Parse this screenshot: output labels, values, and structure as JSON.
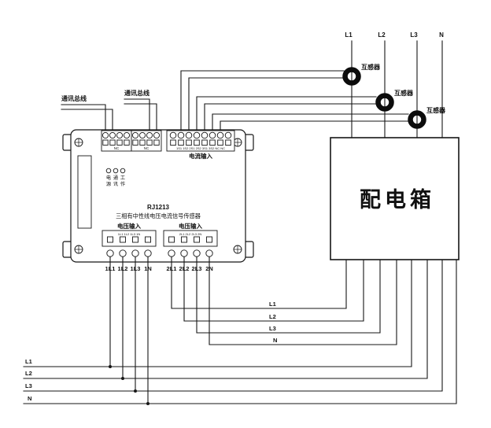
{
  "device": {
    "model": "RJ1213",
    "name": "三相有中性线电压电流信号传感器",
    "bus_label_1": "通讯总线",
    "bus_label_2": "通讯总线",
    "comm_block_1_code": "NC",
    "comm_block_2_code": "NC",
    "current_input_codes": "1S1 1S2 2S1 2S2 3S1 3S2 NC NC",
    "current_input_label": "电流输入",
    "voltage_input_label_left": "电压输入",
    "voltage_input_label_right": "电压输入",
    "voltage_codes_left": "1L1 1L2 1L3 1N",
    "voltage_codes_right": "2L1 2L2 2L3 2N",
    "led_chars": [
      "电",
      "通",
      "工",
      "源",
      "讯",
      "作"
    ],
    "voltage_terminals_left": [
      "1L1",
      "1L2",
      "1L3",
      "1N"
    ],
    "voltage_terminals_right": [
      "2L1",
      "2L2",
      "2L3",
      "2N"
    ]
  },
  "distribution_box": {
    "label": "配电箱"
  },
  "transformers": {
    "labels": [
      "互感器",
      "互感器",
      "互感器"
    ]
  },
  "feeders": {
    "top": [
      "L1",
      "L2",
      "L3",
      "N"
    ],
    "middle": [
      "L1",
      "L2",
      "L3",
      "N"
    ],
    "bottom": [
      "L1",
      "L2",
      "L3",
      "N"
    ]
  }
}
